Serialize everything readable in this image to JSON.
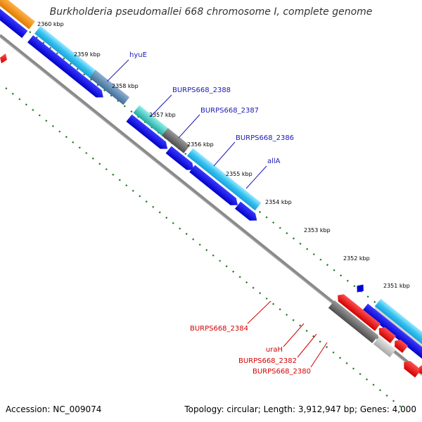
{
  "title": "Burkholderia pseudomallei 668 chromosome I, complete genome",
  "footer": {
    "accession": "Accession: NC_009074",
    "topology": "Topology: circular; Length: 3,912,947 bp; Genes: 4,000"
  },
  "colors": {
    "forward_label": "#1a1ab8",
    "reverse_label": "#d40000",
    "backbone": "#888888",
    "tick_dots": "#1e7a1e"
  },
  "ticks": [
    "2360 kbp",
    "2359 kbp",
    "2358 kbp",
    "2357 kbp",
    "2356 kbp",
    "2355 kbp",
    "2354 kbp",
    "2353 kbp",
    "2352 kbp",
    "2351 kbp"
  ],
  "gene_labels": {
    "hyuE": "hyuE",
    "burps_2388": "BURPS668_2388",
    "burps_2387": "BURPS668_2387",
    "burps_2386": "BURPS668_2386",
    "allA": "allA",
    "burps_2384": "BURPS668_2384",
    "uraH": "uraH",
    "burps_2382": "BURPS668_2382",
    "burps_2380": "BURPS668_2380"
  }
}
